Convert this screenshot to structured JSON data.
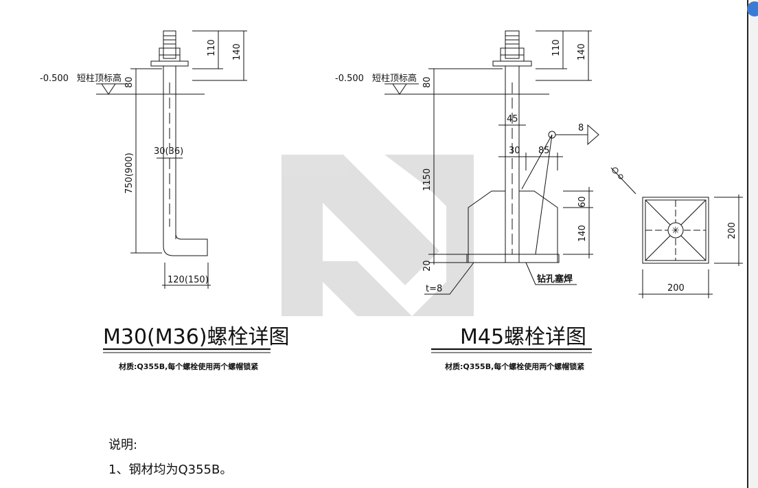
{
  "left_detail": {
    "elevation": "-0.500",
    "elevation_note": "短柱顶标高",
    "dims": {
      "thread_110": "110",
      "thread_140": "140",
      "embed_80": "80",
      "length": "750(900)",
      "diameter": "30(36)",
      "hook": "120(150)"
    },
    "title": "M30(M36)螺栓详图",
    "material": "材质:Q355B,每个螺栓使用两个螺帽锁紧"
  },
  "right_detail": {
    "elevation": "-0.500",
    "elevation_note": "短柱顶标高",
    "dims": {
      "thread_110": "110",
      "thread_140": "140",
      "embed_80": "80",
      "length": "1150",
      "d45": "45",
      "d30": "30",
      "d85": "85",
      "d60": "60",
      "d140": "140",
      "d20": "20",
      "plate_t": "t=8",
      "weld": "8"
    },
    "weld_note": "钻孔塞焊",
    "title": "M45螺栓详图",
    "material": "材质:Q355B,每个螺栓使用两个螺帽锁紧"
  },
  "plate_plan": {
    "width": "200",
    "height": "200"
  },
  "notes": {
    "heading": "说明:",
    "item1": "1、钢材均为Q355B。"
  }
}
